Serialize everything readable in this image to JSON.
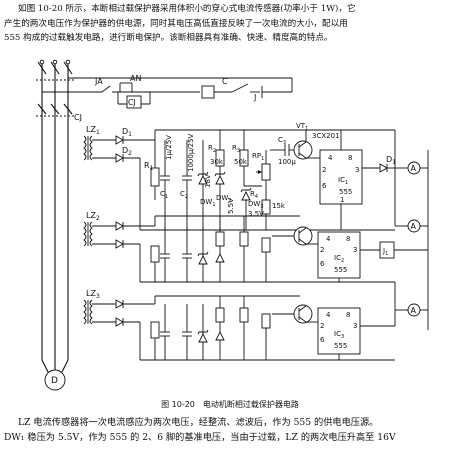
{
  "paragraph_top": {
    "lines": [
      "如图 10-20 所示，本断相过载保护器采用体积小的穿心式电流传感器(功率小于 1W)，它",
      "产生的两次电压作为保护器的供电源，同时其电压高低直接反映了一次电流的大小，配以用",
      "555 构成的过载触发电路，进行断电保护。该断相器具有准确、快速、精度高的特点。"
    ]
  },
  "figure": {
    "caption": "图 10-20　电动机断相过载保护器电路",
    "labels": {
      "ja": "JA",
      "an": "AN",
      "cj_switch": "CJ",
      "cj_main": "CJ",
      "c_contact": "C",
      "j_contact": "J",
      "lz1": "LZ",
      "lz1_sub": "1",
      "lz2": "LZ",
      "lz2_sub": "2",
      "lz3": "LZ",
      "lz3_sub": "3",
      "d1_left": "D",
      "d1_left_sub": "1",
      "d2": "D",
      "d2_sub": "2",
      "r1": "R",
      "r1_sub": "1",
      "c1": "C",
      "c1_sub": "1",
      "c1_val": "1μ/25V",
      "c2": "C",
      "c2_sub": "2",
      "c2_val": "1000μ/25V",
      "dw1": "DW",
      "dw1_sub": "1",
      "dw1_val": "18V",
      "r2": "R",
      "r2_sub": "2",
      "r2_val": "30k",
      "dw2": "DW",
      "dw2_sub": "2",
      "r3": "R",
      "r3_sub": "3",
      "r3_val": "50k",
      "dw_val": "5.5V",
      "rp1": "RP",
      "rp1_sub": "1",
      "r4": "R",
      "r4_sub": "4",
      "r4_val": "15k",
      "dw3": "DW",
      "dw3_sub": "3",
      "dw3_val": "3.5V",
      "c3": "C",
      "c3_sub": "3",
      "c3_val": "100μ",
      "vt1": "VT",
      "vt1_sub": "1",
      "vt1_part": "3CX201",
      "ic1": "IC",
      "ic1_sub": "1",
      "ic2": "IC",
      "ic2_sub": "2",
      "ic3": "IC",
      "ic3_sub": "3",
      "ic_type": "555",
      "d1_right": "D",
      "d1_right_sub": "1",
      "j1": "J",
      "j1_sub": "1",
      "pin4": "4",
      "pin8": "8",
      "pin2": "2",
      "pin3": "3",
      "pin6": "6",
      "pin1": "1",
      "ammeter": "A",
      "motor": "D"
    }
  },
  "paragraph_bottom": {
    "lines": [
      "LZ 电流传感器将一次电流感应为两次电压，经整流、滤波后，作为 555 的供电电压源。",
      "DW₁ 稳压为 5.5V，作为 555 的 2、6 脚的基准电压，当由于过载，LZ 的两次电压升高至 16V"
    ]
  }
}
